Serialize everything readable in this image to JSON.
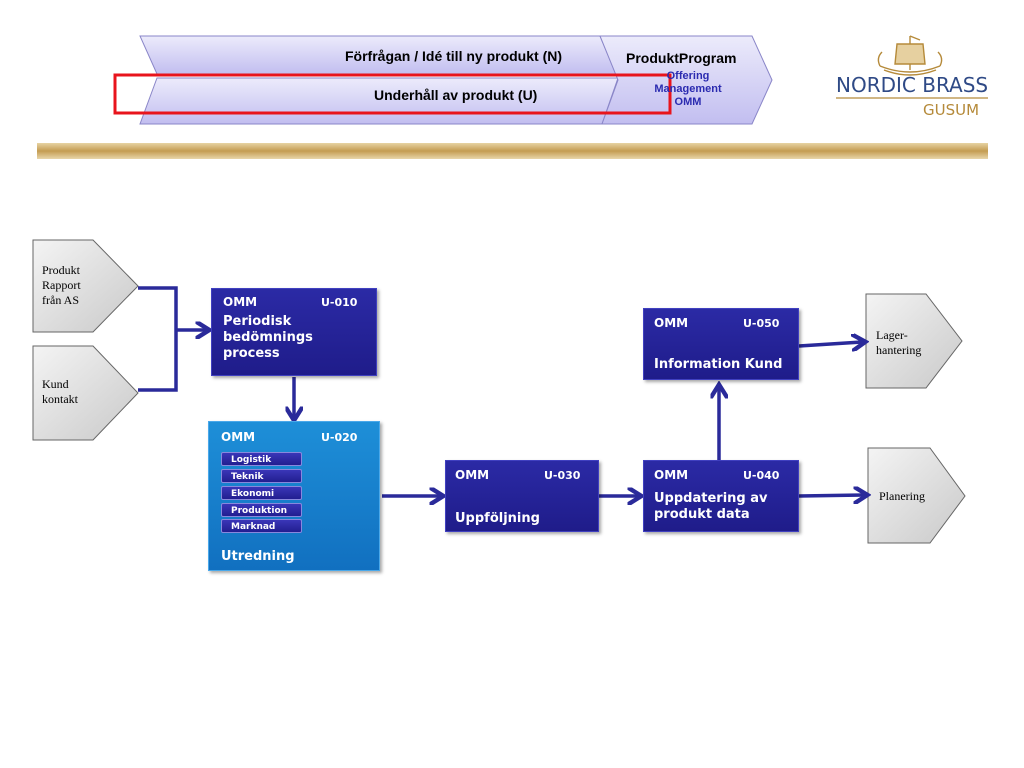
{
  "header": {
    "chevron_top_label": "Förfrågan / Idé till ny produkt (N)",
    "chevron_bottom_label": "Underhåll av produkt (U)",
    "produkt_program": {
      "title": "ProduktProgram",
      "subtitle_lines": [
        "Offering",
        "Management",
        "OMM"
      ]
    },
    "logo": {
      "main": "NORDIC BRASS",
      "sub": "GUSUM"
    }
  },
  "inputs": [
    {
      "lines": [
        "Produkt",
        "Rapport",
        "från AS"
      ]
    },
    {
      "lines": [
        "Kund",
        "kontakt"
      ]
    }
  ],
  "outputs": [
    {
      "lines": [
        "Lager-",
        "hantering"
      ]
    },
    {
      "lines": [
        "Planering"
      ]
    }
  ],
  "process_boxes": {
    "u010": {
      "omm": "OMM",
      "code": "U-010",
      "lines": [
        "Periodisk",
        "bedömnings",
        "process"
      ]
    },
    "u020": {
      "omm": "OMM",
      "code": "U-020",
      "label": "Utredning",
      "sub_items": [
        "Logistik",
        "Teknik",
        "Ekonomi",
        "Produktion",
        "Marknad"
      ]
    },
    "u030": {
      "omm": "OMM",
      "code": "U-030",
      "label": "Uppföljning"
    },
    "u040": {
      "omm": "OMM",
      "code": "U-040",
      "lines": [
        "Uppdatering av",
        "produkt data"
      ]
    },
    "u050": {
      "omm": "OMM",
      "code": "U-050",
      "label": "Information Kund"
    }
  },
  "colors": {
    "chevron_fill": "#d6d3f4",
    "box_dark": "#221f8f",
    "box_light": "#1a7fd0",
    "arrow": "#2a2a9a",
    "highlight": "#e8141c",
    "gold_bar": "#c9a55e"
  }
}
